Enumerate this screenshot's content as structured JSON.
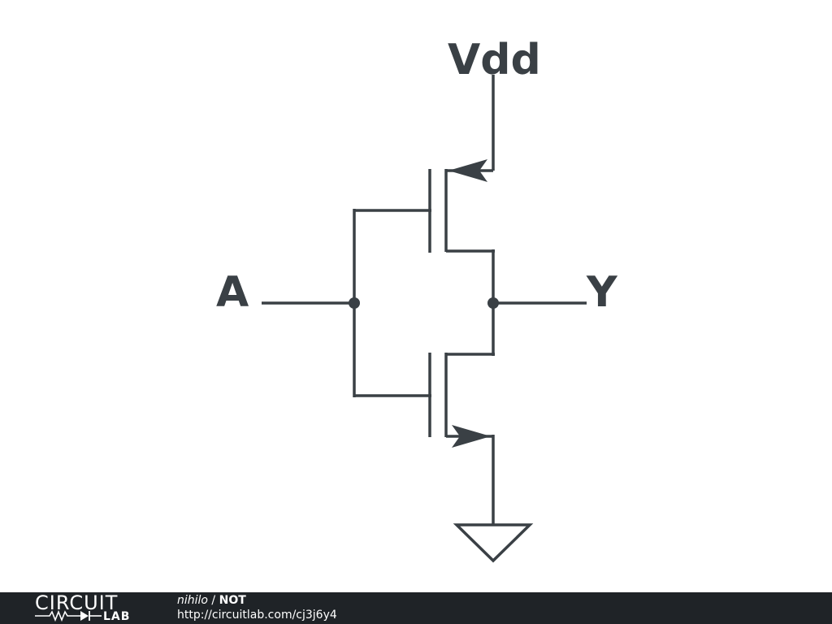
{
  "schematic": {
    "labels": {
      "vdd": "Vdd",
      "input": "A",
      "output": "Y"
    },
    "line_color": "#3a4045"
  },
  "footer": {
    "brand_top": "CIRCUIT",
    "brand_bottom": "LAB",
    "user": "nihilo",
    "separator": " / ",
    "title": "NOT",
    "url": "http://circuitlab.com/cj3j6y4",
    "background": "#1f2327"
  }
}
